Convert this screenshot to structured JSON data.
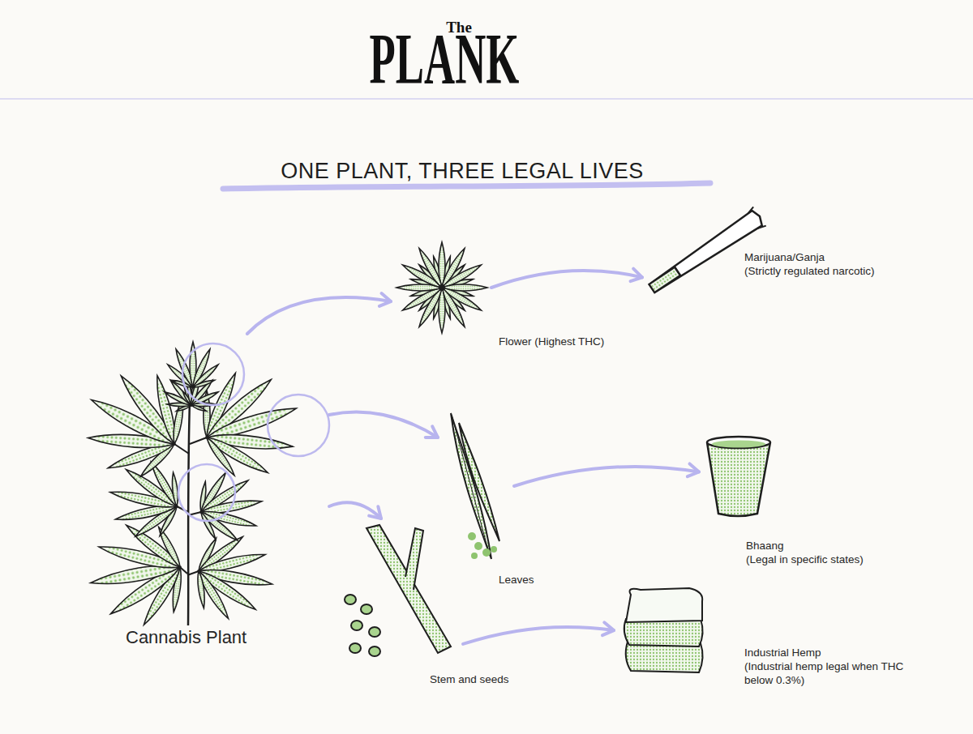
{
  "diagram": {
    "title": "ONE PLANT, THREE LEGAL LIVES",
    "nodes": [
      {
        "text": [
          "Cannabis Plant"
        ]
      },
      {
        "text": [
          "Flower (Highest THC)"
        ]
      },
      {
        "text": [
          "Marijuana/Ganja",
          "(Strictly regulated narcotic)"
        ]
      },
      {
        "text": [
          "Leaves"
        ]
      },
      {
        "text": [
          "Bhaang",
          "(Legal in specific states)"
        ]
      },
      {
        "text": [
          "Stem and seeds"
        ]
      },
      {
        "text": [
          "Industrial Hemp",
          "(Industrial hemp legal when THC below 0.3%)"
        ]
      }
    ],
    "edges": [
      {
        "from": 0,
        "to": 1,
        "arrow": "to"
      },
      {
        "from": 0,
        "to": 3,
        "arrow": "to"
      },
      {
        "from": 0,
        "to": 5,
        "arrow": "to"
      },
      {
        "from": 1,
        "to": 2,
        "arrow": "to"
      },
      {
        "from": 3,
        "to": 4,
        "arrow": "to"
      },
      {
        "from": 5,
        "to": 6,
        "arrow": "to"
      }
    ],
    "labels": [
      "The",
      "PLANK"
    ]
  }
}
